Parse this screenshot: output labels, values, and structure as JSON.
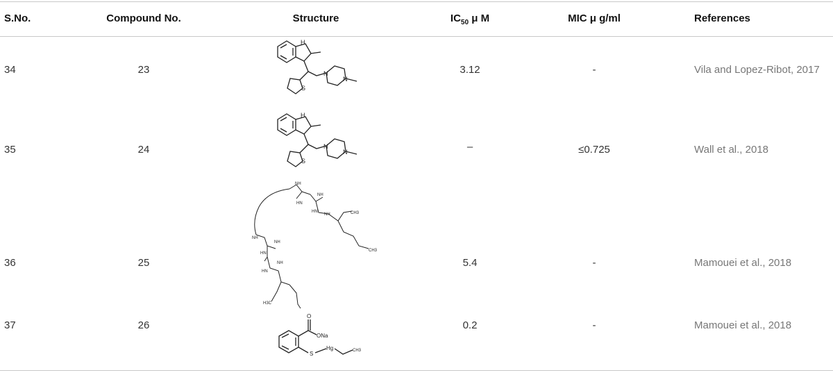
{
  "table": {
    "headers": {
      "sno": "S.No.",
      "compound": "Compound No.",
      "structure": "Structure",
      "ic50_main": "IC",
      "ic50_sub": "50",
      "ic50_unit": " μ M",
      "mic": "MIC μ g/ml",
      "refs": "References"
    },
    "rows": [
      {
        "sno": "34",
        "compound": "23",
        "ic50": "3.12",
        "mic": "-",
        "ref": "Vila and Lopez-Ribot, 2017"
      },
      {
        "sno": "35",
        "compound": "24",
        "ic50": "–",
        "mic": "≤0.725",
        "ref": "Wall et al., 2018"
      },
      {
        "sno": "36",
        "compound": "25",
        "ic50": "5.4",
        "mic": "-",
        "ref": "Mamouei et al., 2018"
      },
      {
        "sno": "37",
        "compound": "26",
        "ic50": "0.2",
        "mic": "-",
        "ref": "Mamouei et al., 2018"
      }
    ]
  },
  "structure_labels": {
    "nh": "H",
    "n": "N",
    "s": "S",
    "guan_nh": "NH",
    "guan_hn": "HN",
    "ch3": "CH3",
    "h3c": "H3C",
    "ona": "ONa",
    "o": "O",
    "hg": "Hg"
  }
}
